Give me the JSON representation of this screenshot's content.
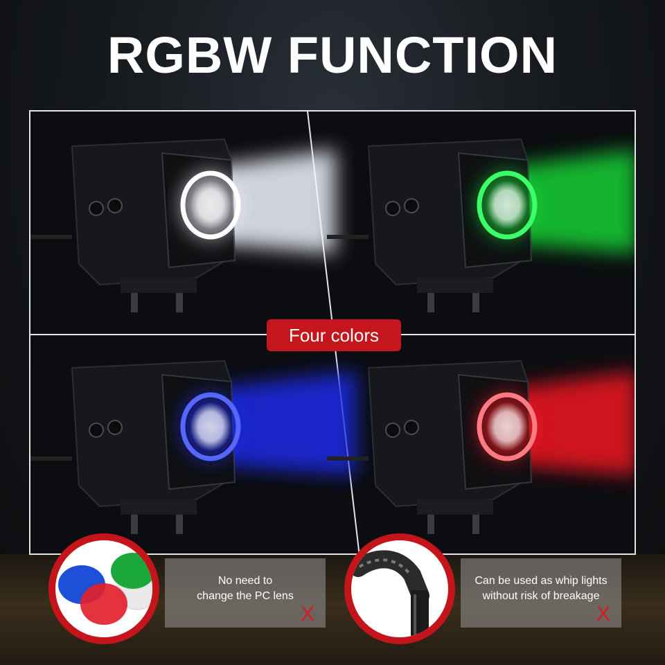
{
  "title": "RGBW FUNCTION",
  "badge": "Four colors",
  "panels": [
    {
      "color_name": "white",
      "beam": "#f2f4ff",
      "ring": "#ffffff"
    },
    {
      "color_name": "green",
      "beam": "#12d034",
      "ring": "#3cff6a"
    },
    {
      "color_name": "blue",
      "beam": "#1d2ae8",
      "ring": "#5666ff"
    },
    {
      "color_name": "red",
      "beam": "#f01824",
      "ring": "#ff7a82"
    }
  ],
  "features": [
    {
      "line1": "No need to",
      "line2": "change the PC lens",
      "mark": "X"
    },
    {
      "line1": "Can be used as whip lights",
      "line2": "without risk of breakage",
      "mark": "X"
    }
  ],
  "colors": {
    "accent_red": "#c4161c",
    "frame": "#e6e6e6",
    "lens_red": "#e2222e",
    "lens_green": "#1aa83a",
    "lens_blue": "#1e4fd8"
  },
  "icons": [
    "lens-set-icon",
    "whip-light-icon"
  ]
}
